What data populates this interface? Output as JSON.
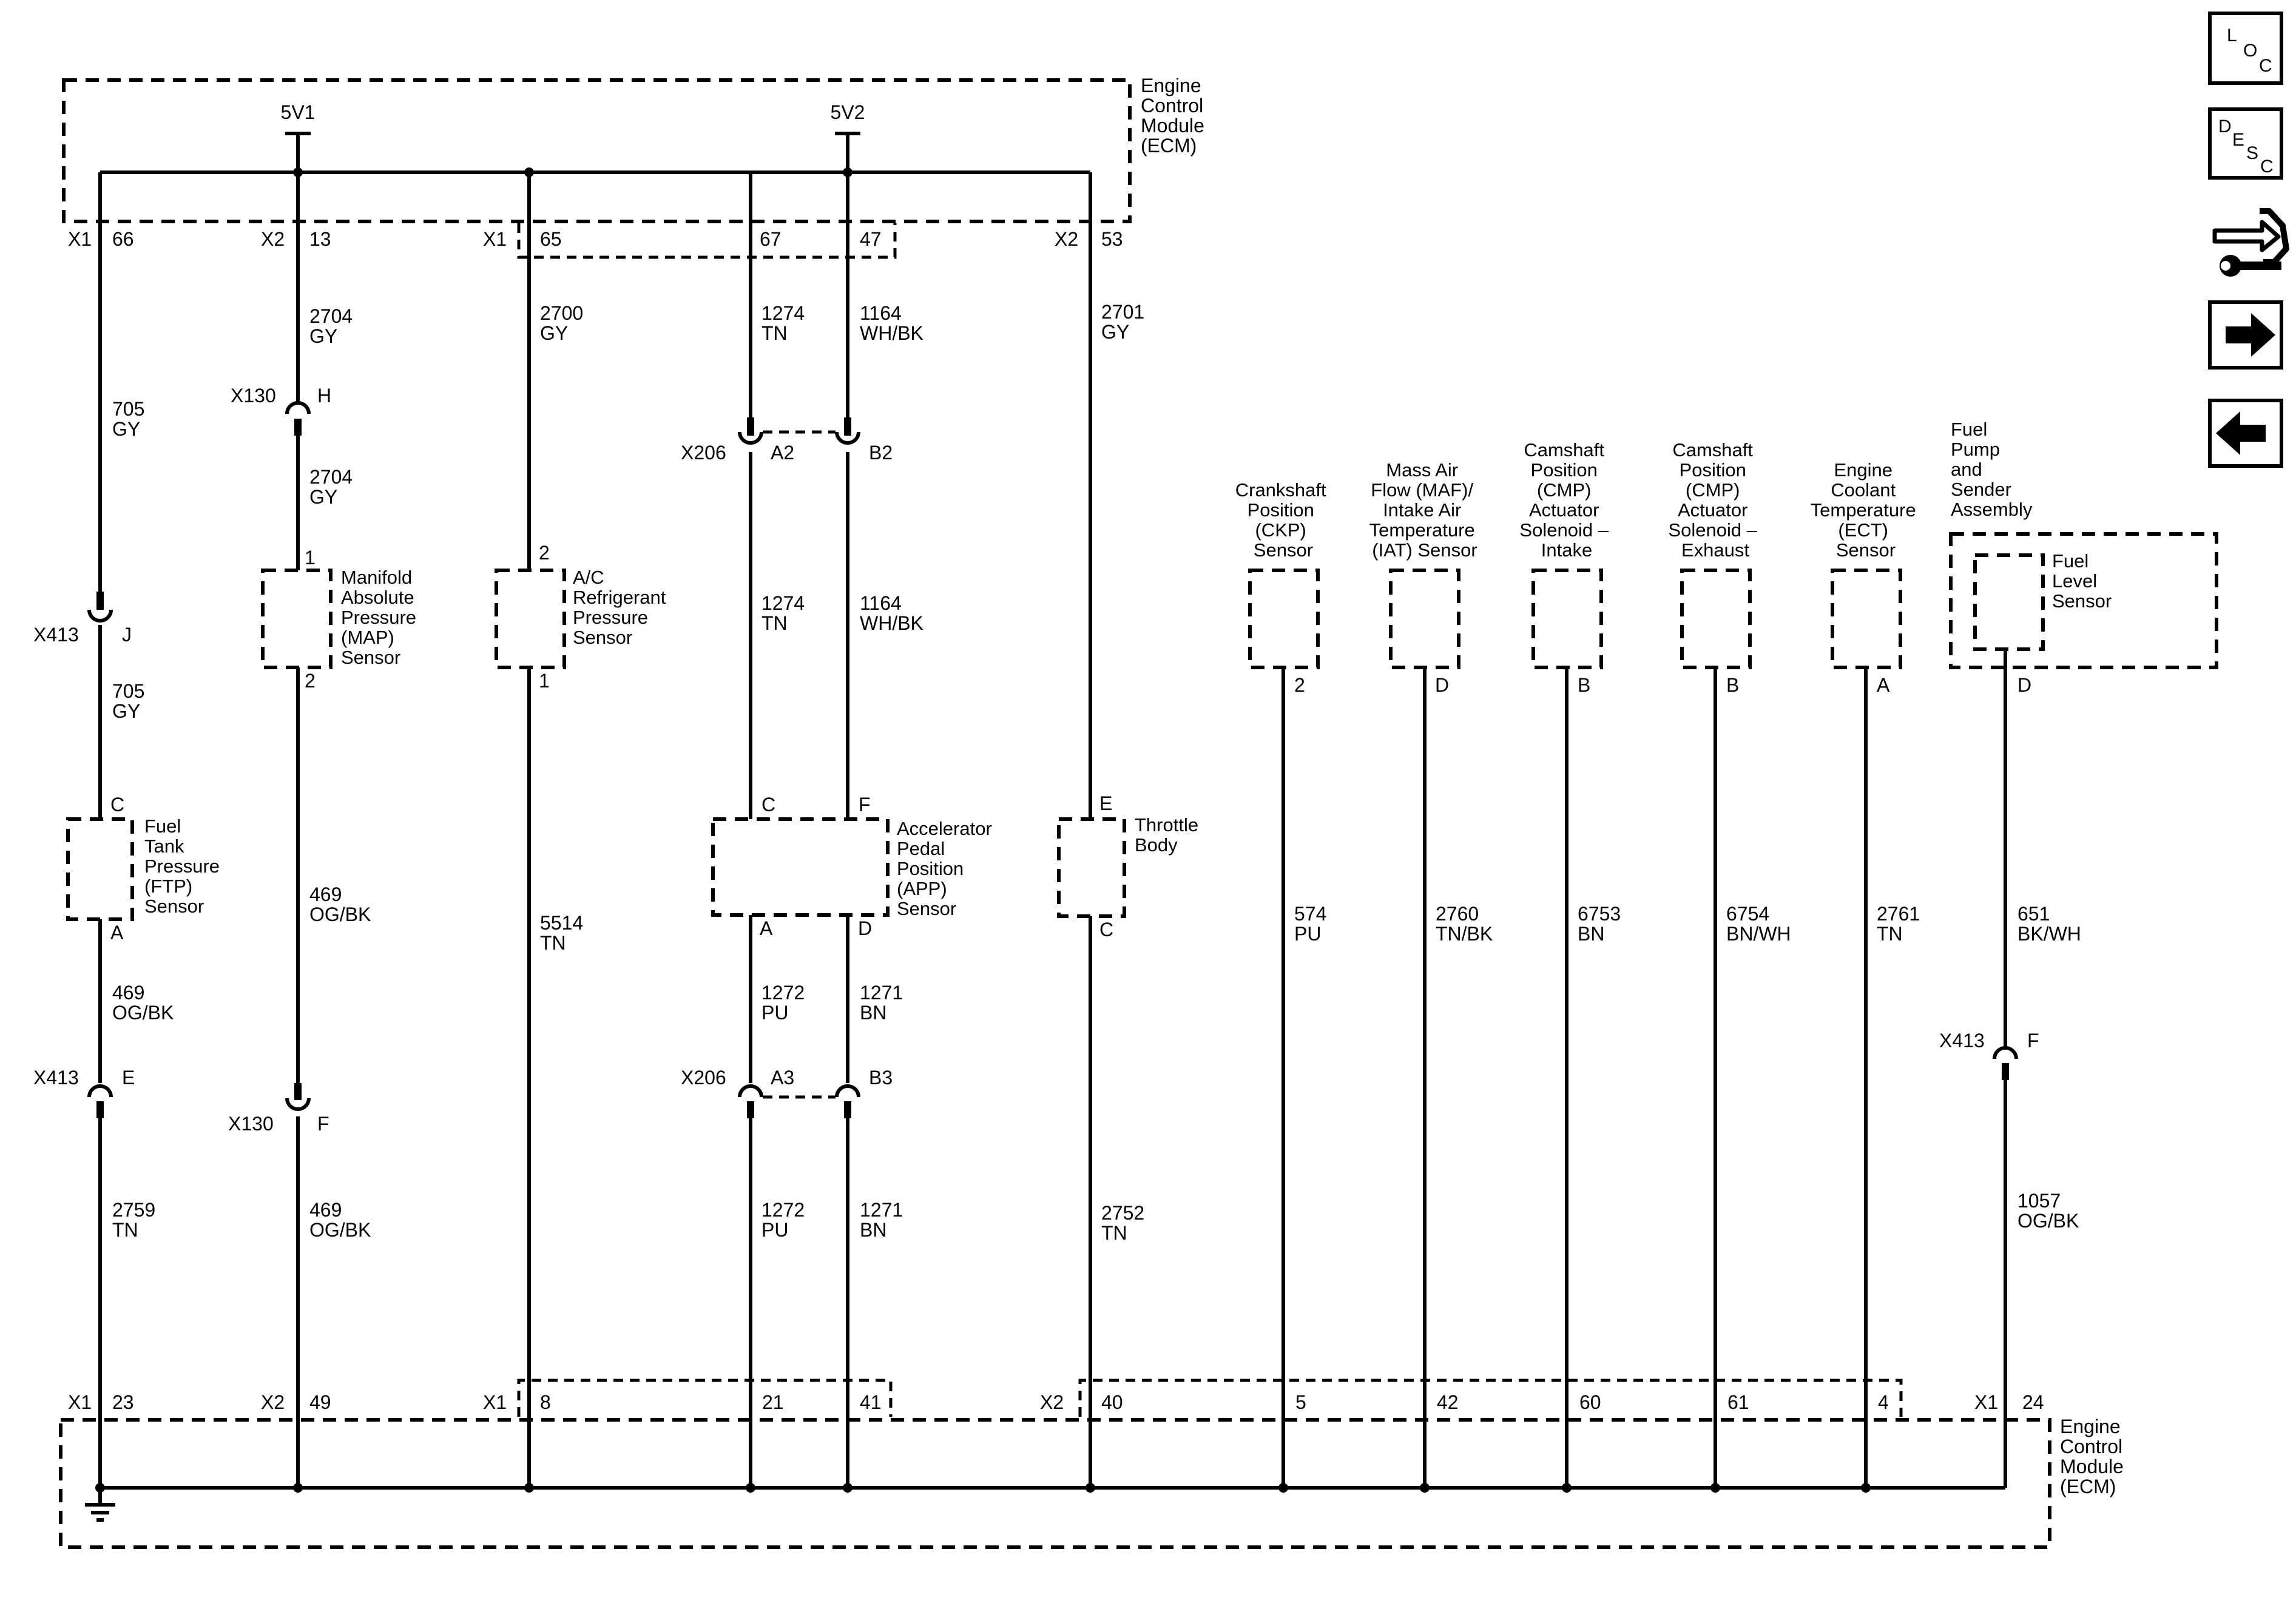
{
  "ecm": {
    "name_lines": [
      "Engine",
      "Control",
      "Module",
      "(ECM)"
    ]
  },
  "supply": {
    "v1": "5V1",
    "v2": "5V2"
  },
  "top_pins": [
    {
      "connector": "X1",
      "pin": "66"
    },
    {
      "connector": "X2",
      "pin": "13"
    },
    {
      "connector": "X1",
      "pin": "65"
    },
    {
      "connector": "",
      "pin": "67"
    },
    {
      "connector": "",
      "pin": "47"
    },
    {
      "connector": "X2",
      "pin": "53"
    }
  ],
  "bottom_pins": [
    {
      "connector": "X1",
      "pin": "23"
    },
    {
      "connector": "X2",
      "pin": "49"
    },
    {
      "connector": "X1",
      "pin": "8"
    },
    {
      "connector": "",
      "pin": "21"
    },
    {
      "connector": "",
      "pin": "41"
    },
    {
      "connector": "X2",
      "pin": "40"
    },
    {
      "connector": "",
      "pin": "5"
    },
    {
      "connector": "",
      "pin": "42"
    },
    {
      "connector": "",
      "pin": "60"
    },
    {
      "connector": "",
      "pin": "61"
    },
    {
      "connector": "",
      "pin": "4"
    },
    {
      "connector": "X1",
      "pin": "24"
    }
  ],
  "wires": [
    {
      "circuit": "705",
      "color": "GY"
    },
    {
      "circuit": "705",
      "color": "GY"
    },
    {
      "circuit": "469",
      "color": "OG/BK"
    },
    {
      "circuit": "2759",
      "color": "TN"
    },
    {
      "circuit": "2704",
      "color": "GY"
    },
    {
      "circuit": "2704",
      "color": "GY"
    },
    {
      "circuit": "469",
      "color": "OG/BK"
    },
    {
      "circuit": "469",
      "color": "OG/BK"
    },
    {
      "circuit": "2700",
      "color": "GY"
    },
    {
      "circuit": "5514",
      "color": "TN"
    },
    {
      "circuit": "1274",
      "color": "TN"
    },
    {
      "circuit": "1274",
      "color": "TN"
    },
    {
      "circuit": "1272",
      "color": "PU"
    },
    {
      "circuit": "1272",
      "color": "PU"
    },
    {
      "circuit": "1164",
      "color": "WH/BK"
    },
    {
      "circuit": "1164",
      "color": "WH/BK"
    },
    {
      "circuit": "1271",
      "color": "BN"
    },
    {
      "circuit": "1271",
      "color": "BN"
    },
    {
      "circuit": "2701",
      "color": "GY"
    },
    {
      "circuit": "2752",
      "color": "TN"
    },
    {
      "circuit": "574",
      "color": "PU"
    },
    {
      "circuit": "2760",
      "color": "TN/BK"
    },
    {
      "circuit": "6753",
      "color": "BN"
    },
    {
      "circuit": "6754",
      "color": "BN/WH"
    },
    {
      "circuit": "2761",
      "color": "TN"
    },
    {
      "circuit": "651",
      "color": "BK/WH"
    },
    {
      "circuit": "1057",
      "color": "OG/BK"
    }
  ],
  "connectors": [
    {
      "name": "X130",
      "pin": "H"
    },
    {
      "name": "X206",
      "pin": "A2"
    },
    {
      "name": "",
      "pin": "B2"
    },
    {
      "name": "X413",
      "pin": "J"
    },
    {
      "name": "X413",
      "pin": "E"
    },
    {
      "name": "X130",
      "pin": "F"
    },
    {
      "name": "X206",
      "pin": "A3"
    },
    {
      "name": "",
      "pin": "B3"
    },
    {
      "name": "X413",
      "pin": "F"
    }
  ],
  "components": [
    {
      "label_lines": [
        "Manifold",
        "Absolute",
        "Pressure",
        "(MAP)",
        "Sensor"
      ],
      "pins": [
        "1",
        "2"
      ]
    },
    {
      "label_lines": [
        "A/C",
        "Refrigerant",
        "Pressure",
        "Sensor"
      ],
      "pins": [
        "2",
        "1"
      ]
    },
    {
      "label_lines": [
        "Fuel",
        "Tank",
        "Pressure",
        "(FTP)",
        "Sensor"
      ],
      "pins": [
        "C",
        "A"
      ]
    },
    {
      "label_lines": [
        "Accelerator",
        "Pedal",
        "Position",
        "(APP)",
        "Sensor"
      ],
      "pins": [
        "C",
        "F",
        "A",
        "D"
      ]
    },
    {
      "label_lines": [
        "Throttle",
        "Body"
      ],
      "pins": [
        "E",
        "C"
      ]
    },
    {
      "label_lines": [
        "Crankshaft",
        "Position",
        "(CKP)",
        "Sensor"
      ],
      "pins": [
        "2"
      ]
    },
    {
      "label_lines": [
        "Mass Air",
        "Flow (MAF)/",
        "Intake Air",
        "Temperature",
        "(IAT) Sensor"
      ],
      "pins": [
        "D"
      ]
    },
    {
      "label_lines": [
        "Camshaft",
        "Position",
        "(CMP)",
        "Actuator",
        "Solenoid –",
        "Intake"
      ],
      "pins": [
        "B"
      ]
    },
    {
      "label_lines": [
        "Camshaft",
        "Position",
        "(CMP)",
        "Actuator",
        "Solenoid –",
        "Exhaust"
      ],
      "pins": [
        "B"
      ]
    },
    {
      "label_lines": [
        "Engine",
        "Coolant",
        "Temperature",
        "(ECT)",
        "Sensor"
      ],
      "pins": [
        "A"
      ]
    },
    {
      "label_lines": [
        "Fuel",
        "Pump",
        "and",
        "Sender",
        "Assembly"
      ],
      "pins": []
    },
    {
      "label_lines": [
        "Fuel",
        "Level",
        "Sensor"
      ],
      "pins": [
        "D"
      ]
    }
  ],
  "nav": [
    {
      "name": "location-button",
      "glyphs": [
        "L",
        "O",
        "C"
      ]
    },
    {
      "name": "description-button",
      "glyphs": [
        "D",
        "E",
        "S",
        "C"
      ]
    },
    {
      "name": "connector-info-button",
      "icon": "connector-wrench-icon"
    },
    {
      "name": "next-page-button",
      "icon": "arrow-right-icon"
    },
    {
      "name": "previous-page-button",
      "icon": "arrow-left-icon"
    }
  ]
}
